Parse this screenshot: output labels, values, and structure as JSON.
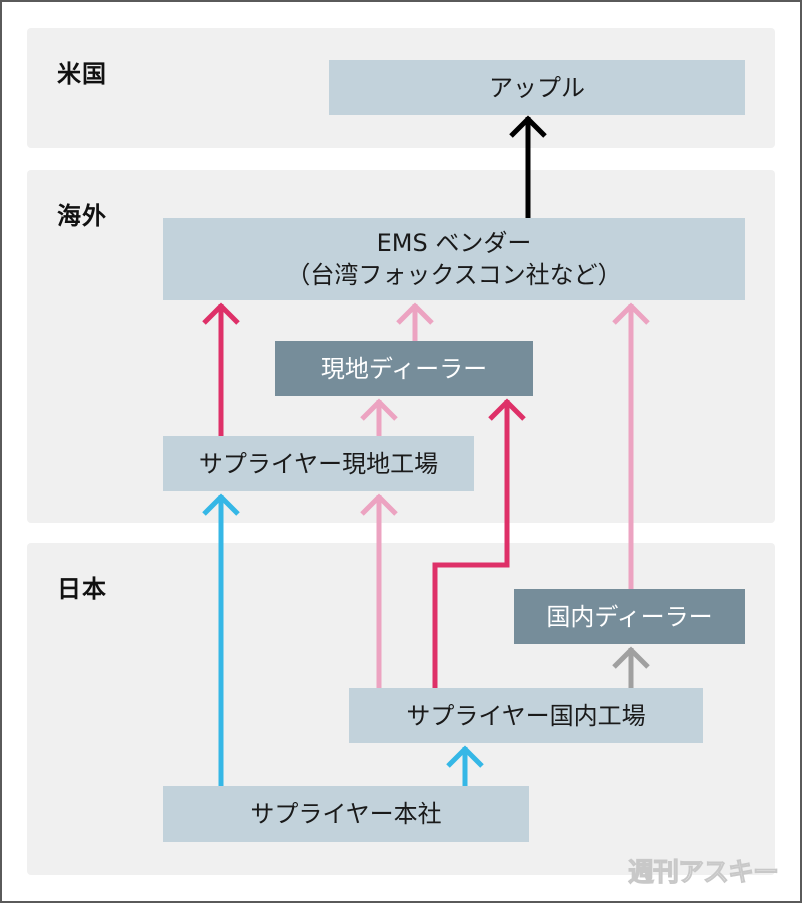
{
  "regions": [
    {
      "id": "usa",
      "label": "米国"
    },
    {
      "id": "overseas",
      "label": "海外"
    },
    {
      "id": "japan",
      "label": "日本"
    }
  ],
  "nodes": {
    "apple": {
      "label": "アップル",
      "style": "light"
    },
    "ems": {
      "label": "EMS ベンダー\n（台湾フォックスコン社など）",
      "style": "light"
    },
    "local_dealer": {
      "label": "現地ディーラー",
      "style": "dark"
    },
    "supplier_local_factory": {
      "label": "サプライヤー現地工場",
      "style": "light"
    },
    "domestic_dealer": {
      "label": "国内ディーラー",
      "style": "dark"
    },
    "supplier_domestic_factory": {
      "label": "サプライヤー国内工場",
      "style": "light"
    },
    "supplier_hq": {
      "label": "サプライヤー本社",
      "style": "light"
    }
  },
  "edges": [
    {
      "from": "ems",
      "to": "apple",
      "color": "#000000"
    },
    {
      "from": "supplier_local_factory",
      "to": "ems",
      "color": "#de3068"
    },
    {
      "from": "local_dealer",
      "to": "ems",
      "color": "#eca3c1"
    },
    {
      "from": "domestic_dealer",
      "to": "ems",
      "color": "#eca3c1"
    },
    {
      "from": "supplier_local_factory",
      "to": "local_dealer",
      "color": "#eca3c1"
    },
    {
      "from": "supplier_domestic_factory",
      "to": "local_dealer",
      "color": "#de3068"
    },
    {
      "from": "supplier_domestic_factory",
      "to": "supplier_local_factory",
      "color": "#eca3c1"
    },
    {
      "from": "supplier_domestic_factory",
      "to": "domestic_dealer",
      "color": "#a0a0a0"
    },
    {
      "from": "supplier_hq",
      "to": "supplier_local_factory",
      "color": "#35b7e6"
    },
    {
      "from": "supplier_hq",
      "to": "supplier_domestic_factory",
      "color": "#35b7e6"
    }
  ],
  "colors": {
    "region_bg": "#f0f0f0",
    "node_light": "#c2d2db",
    "node_dark": "#768d9a",
    "arrow_black": "#000000",
    "arrow_magenta": "#de3068",
    "arrow_pink": "#eca3c1",
    "arrow_blue": "#35b7e6",
    "arrow_gray": "#a0a0a0"
  },
  "watermark": "週刊アスキー"
}
